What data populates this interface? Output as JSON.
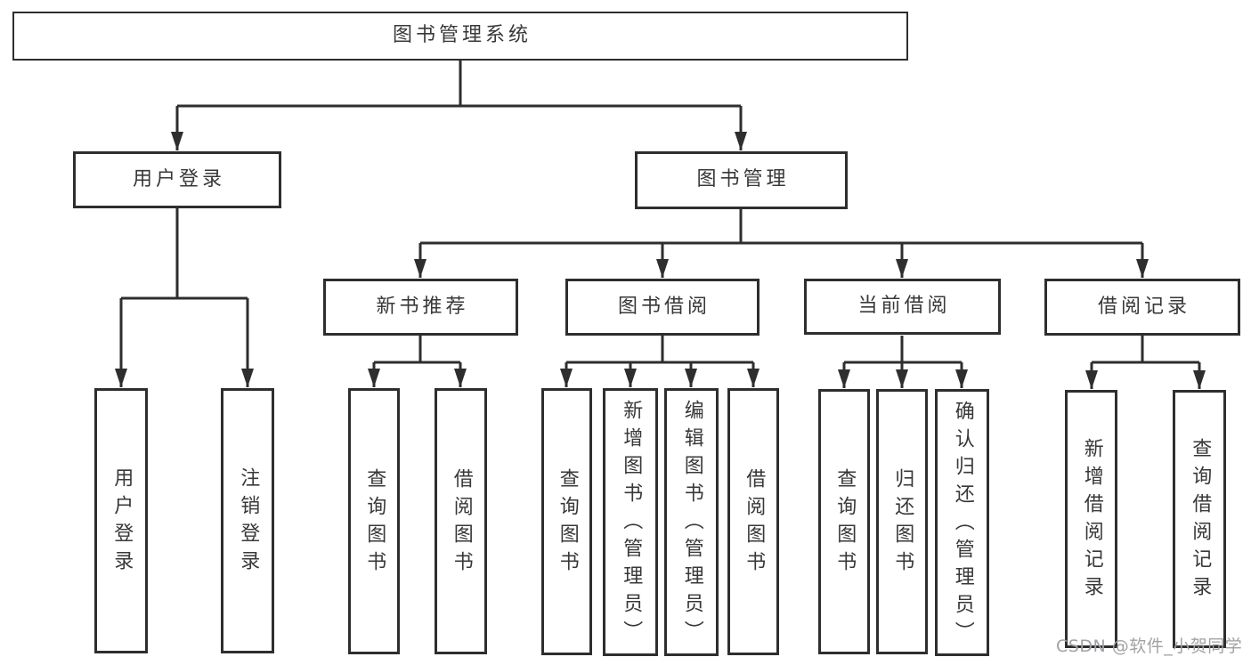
{
  "colors": {
    "line": "#2e2e2e",
    "text": "#383838",
    "watermark": "#a2a2a6",
    "background": "#ffffff"
  },
  "watermark": {
    "text": "CSDN @软件_小贺同学"
  },
  "tree": {
    "root": {
      "label": "图书管理系统"
    },
    "branches": [
      {
        "label": "用户登录",
        "children": [
          {
            "label": "用户登录"
          },
          {
            "label": "注销登录"
          }
        ]
      },
      {
        "label": "图书管理",
        "sections": [
          {
            "label": "新书推荐",
            "children": [
              {
                "label": "查询图书"
              },
              {
                "label": "借阅图书"
              }
            ]
          },
          {
            "label": "图书借阅",
            "children": [
              {
                "label": "查询图书"
              },
              {
                "label": "新增图书（管理员）"
              },
              {
                "label": "编辑图书（管理员）"
              },
              {
                "label": "借阅图书"
              }
            ]
          },
          {
            "label": "当前借阅",
            "children": [
              {
                "label": "查询图书"
              },
              {
                "label": "归还图书"
              },
              {
                "label": "确认归还（管理员）"
              }
            ]
          },
          {
            "label": "借阅记录",
            "children": [
              {
                "label": "新增借阅记录"
              },
              {
                "label": "查询借阅记录"
              }
            ]
          }
        ]
      }
    ]
  }
}
